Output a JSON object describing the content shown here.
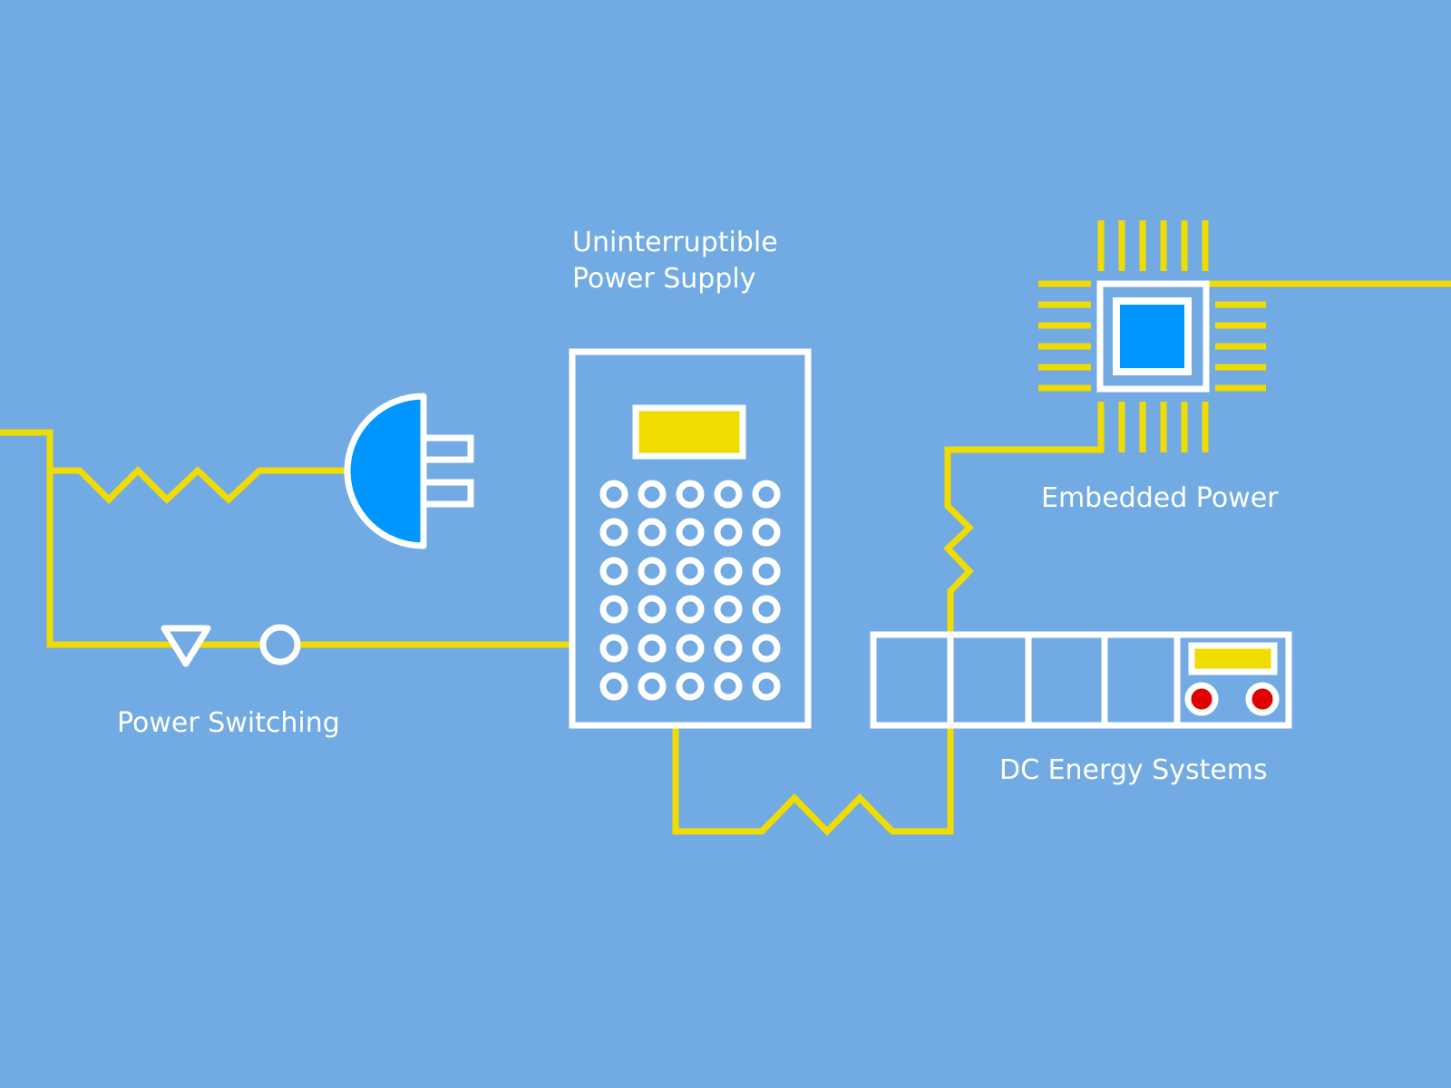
{
  "colors": {
    "background": "#72ABE3",
    "wire": "#F0DC00",
    "outline": "#FFFFFF",
    "fill_blue": "#0096FF",
    "indicator_red": "#E00000"
  },
  "labels": {
    "ups_line1": "Uninterruptible",
    "ups_line2": "Power Supply",
    "embedded": "Embedded Power",
    "switching": "Power Switching",
    "dc": "DC Energy Systems"
  },
  "components": [
    {
      "id": "plug",
      "icon": "plug-icon"
    },
    {
      "id": "switch",
      "icon": "switch-icon"
    },
    {
      "id": "ups",
      "icon": "ups-cabinet-icon"
    },
    {
      "id": "chip",
      "icon": "microchip-icon"
    },
    {
      "id": "dc-rack",
      "icon": "battery-rack-icon"
    }
  ]
}
